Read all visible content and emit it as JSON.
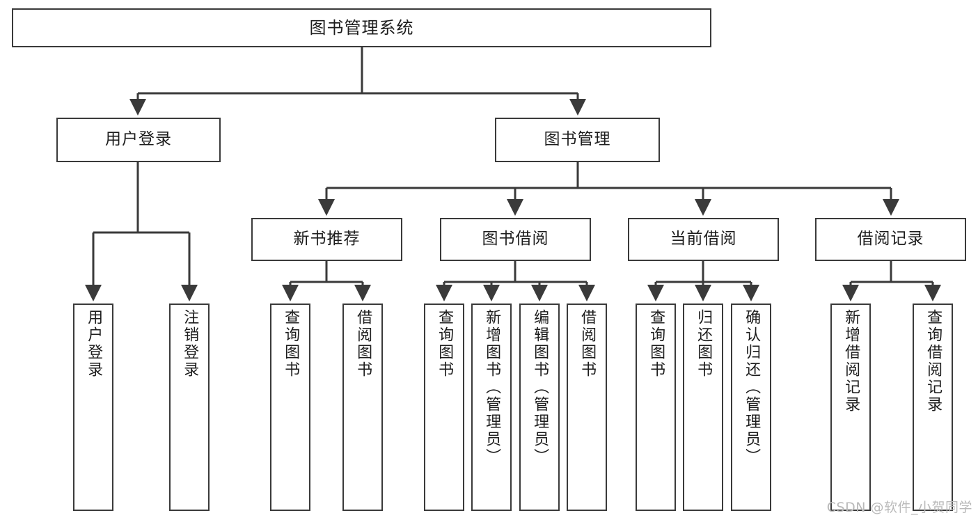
{
  "diagram": {
    "title": "图书管理系统",
    "type": "tree",
    "watermark": "CSDN @软件_小贺同学",
    "colors": {
      "stroke": "#3a3a3a",
      "fill": "#ffffff",
      "text": "#1d1d1d",
      "watermark": "#b9b9b9"
    },
    "nodes": {
      "root": {
        "label": "图书管理系统"
      },
      "level2": [
        {
          "id": "user-login",
          "label": "用户登录"
        },
        {
          "id": "book-manage",
          "label": "图书管理"
        }
      ],
      "level3": [
        {
          "id": "new-book-recommend",
          "label": "新书推荐"
        },
        {
          "id": "book-borrow",
          "label": "图书借阅"
        },
        {
          "id": "current-borrow",
          "label": "当前借阅"
        },
        {
          "id": "borrow-record",
          "label": "借阅记录"
        }
      ],
      "leaves": [
        {
          "id": "leaf-user-login",
          "label": "用户登录",
          "parent": "user-login"
        },
        {
          "id": "leaf-logout",
          "label": "注销登录",
          "parent": "user-login"
        },
        {
          "id": "leaf-query-book-1",
          "label": "查询图书",
          "parent": "new-book-recommend"
        },
        {
          "id": "leaf-borrow-book-1",
          "label": "借阅图书",
          "parent": "new-book-recommend"
        },
        {
          "id": "leaf-query-book-2",
          "label": "查询图书",
          "parent": "book-borrow"
        },
        {
          "id": "leaf-add-book",
          "label": "新增图书（管理员）",
          "parent": "book-borrow"
        },
        {
          "id": "leaf-edit-book",
          "label": "编辑图书（管理员）",
          "parent": "book-borrow"
        },
        {
          "id": "leaf-borrow-book-2",
          "label": "借阅图书",
          "parent": "book-borrow"
        },
        {
          "id": "leaf-query-book-3",
          "label": "查询图书",
          "parent": "current-borrow"
        },
        {
          "id": "leaf-return-book",
          "label": "归还图书",
          "parent": "current-borrow"
        },
        {
          "id": "leaf-confirm-return",
          "label": "确认归还（管理员）",
          "parent": "current-borrow"
        },
        {
          "id": "leaf-add-record",
          "label": "新增借阅记录",
          "parent": "borrow-record"
        },
        {
          "id": "leaf-query-record",
          "label": "查询借阅记录",
          "parent": "borrow-record"
        }
      ]
    }
  }
}
